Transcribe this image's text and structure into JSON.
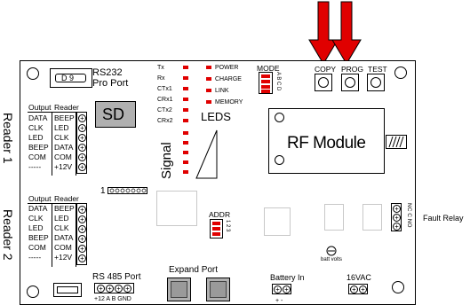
{
  "labels": {
    "rs232": "RS232",
    "pro_port": "Pro Port",
    "d9": "D 9",
    "sd": "SD",
    "leds": "LEDS",
    "signal": "Signal",
    "rf_module": "RF Module",
    "mode": "MODE",
    "copy": "COPY",
    "prog": "PROG",
    "test": "TEST",
    "reader1": "Reader 1",
    "reader2": "Reader 2",
    "output": "Output",
    "reader": "Reader",
    "addr": "ADDR",
    "fault_relay": "Fault Relay",
    "rs485_port": "RS 485 Port",
    "rs485_pins": "+12  A   B  GND",
    "expand_port": "Expand Port",
    "battery_in": "Battery In",
    "vac": "16VAC",
    "batt_volts": "batt volts",
    "header_1": "1",
    "dashes": "-----",
    "mode_letters": "A B C D",
    "addr_sw": "1 2 3",
    "battery_polarity": "+  -",
    "relay_pins": "NC  C  NO"
  },
  "status_leds": [
    "Tx",
    "Rx",
    "CTx1",
    "CRx1",
    "CTx2",
    "CRx2"
  ],
  "charge_leds": [
    "POWER",
    "CHARGE",
    "LINK",
    "MEMORY"
  ],
  "reader1": {
    "output": [
      "DATA",
      "CLK",
      "LED",
      "BEEP",
      "COM",
      "-----"
    ],
    "reader": [
      "BEEP",
      "LED",
      "CLK",
      "DATA",
      "COM",
      "+12V"
    ]
  },
  "reader2": {
    "output": [
      "DATA",
      "CLK",
      "LED",
      "BEEP",
      "COM",
      "-----"
    ],
    "reader": [
      "BEEP",
      "LED",
      "CLK",
      "DATA",
      "COM",
      "+12V"
    ]
  },
  "colors": {
    "led": "#e00000",
    "arrow": "#e00000",
    "sd_fill": "#b0b0b0"
  },
  "icons": {
    "arrow": "arrow-down-icon",
    "terminal": "terminal-plus-icon",
    "heatsink": "heatsink-icon"
  }
}
